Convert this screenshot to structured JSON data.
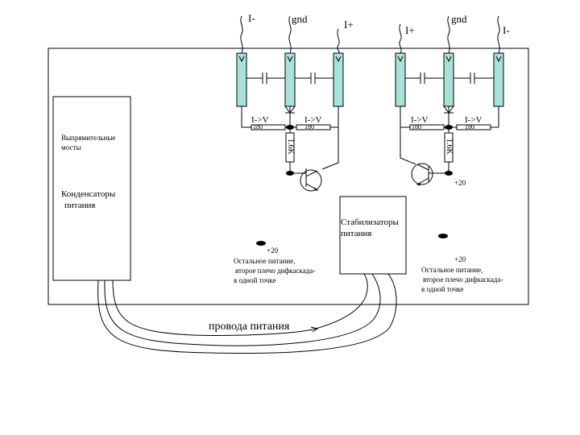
{
  "terminals": {
    "left_i_minus": "I-",
    "left_gnd": "gnd",
    "left_i_plus": "I+",
    "right_i_plus": "I+",
    "right_gnd": "gnd",
    "right_i_minus": "I-"
  },
  "converters": {
    "left_a": "I->V",
    "left_b": "I->V",
    "right_a": "I->V",
    "right_b": "I->V"
  },
  "resistors": {
    "left_a": "180",
    "left_b": "180",
    "right_a": "180",
    "right_b": "180",
    "left_v": "1.6K",
    "right_v": "1.6K"
  },
  "blocks": {
    "rectifiers_line1": "Выпрямительные",
    "rectifiers_line2": "мосты",
    "capacitors_line1": "Конденсаторы",
    "capacitors_line2": "питания",
    "stabilizers_line1": "Стабилизаторы",
    "stabilizers_line2": "питания"
  },
  "notes": {
    "plus20_top": "+20",
    "left_plus20": "+20",
    "left_line1": "Остальное питание,",
    "left_line2": "второе плечо дифкаскада-",
    "left_line3": "в одной точке",
    "right_plus20": "+20",
    "right_line1": "Остальное питание,",
    "right_line2": "второе плечо дифкаскада-",
    "right_line3": "в одной точке"
  },
  "wires_label": "провода питания"
}
